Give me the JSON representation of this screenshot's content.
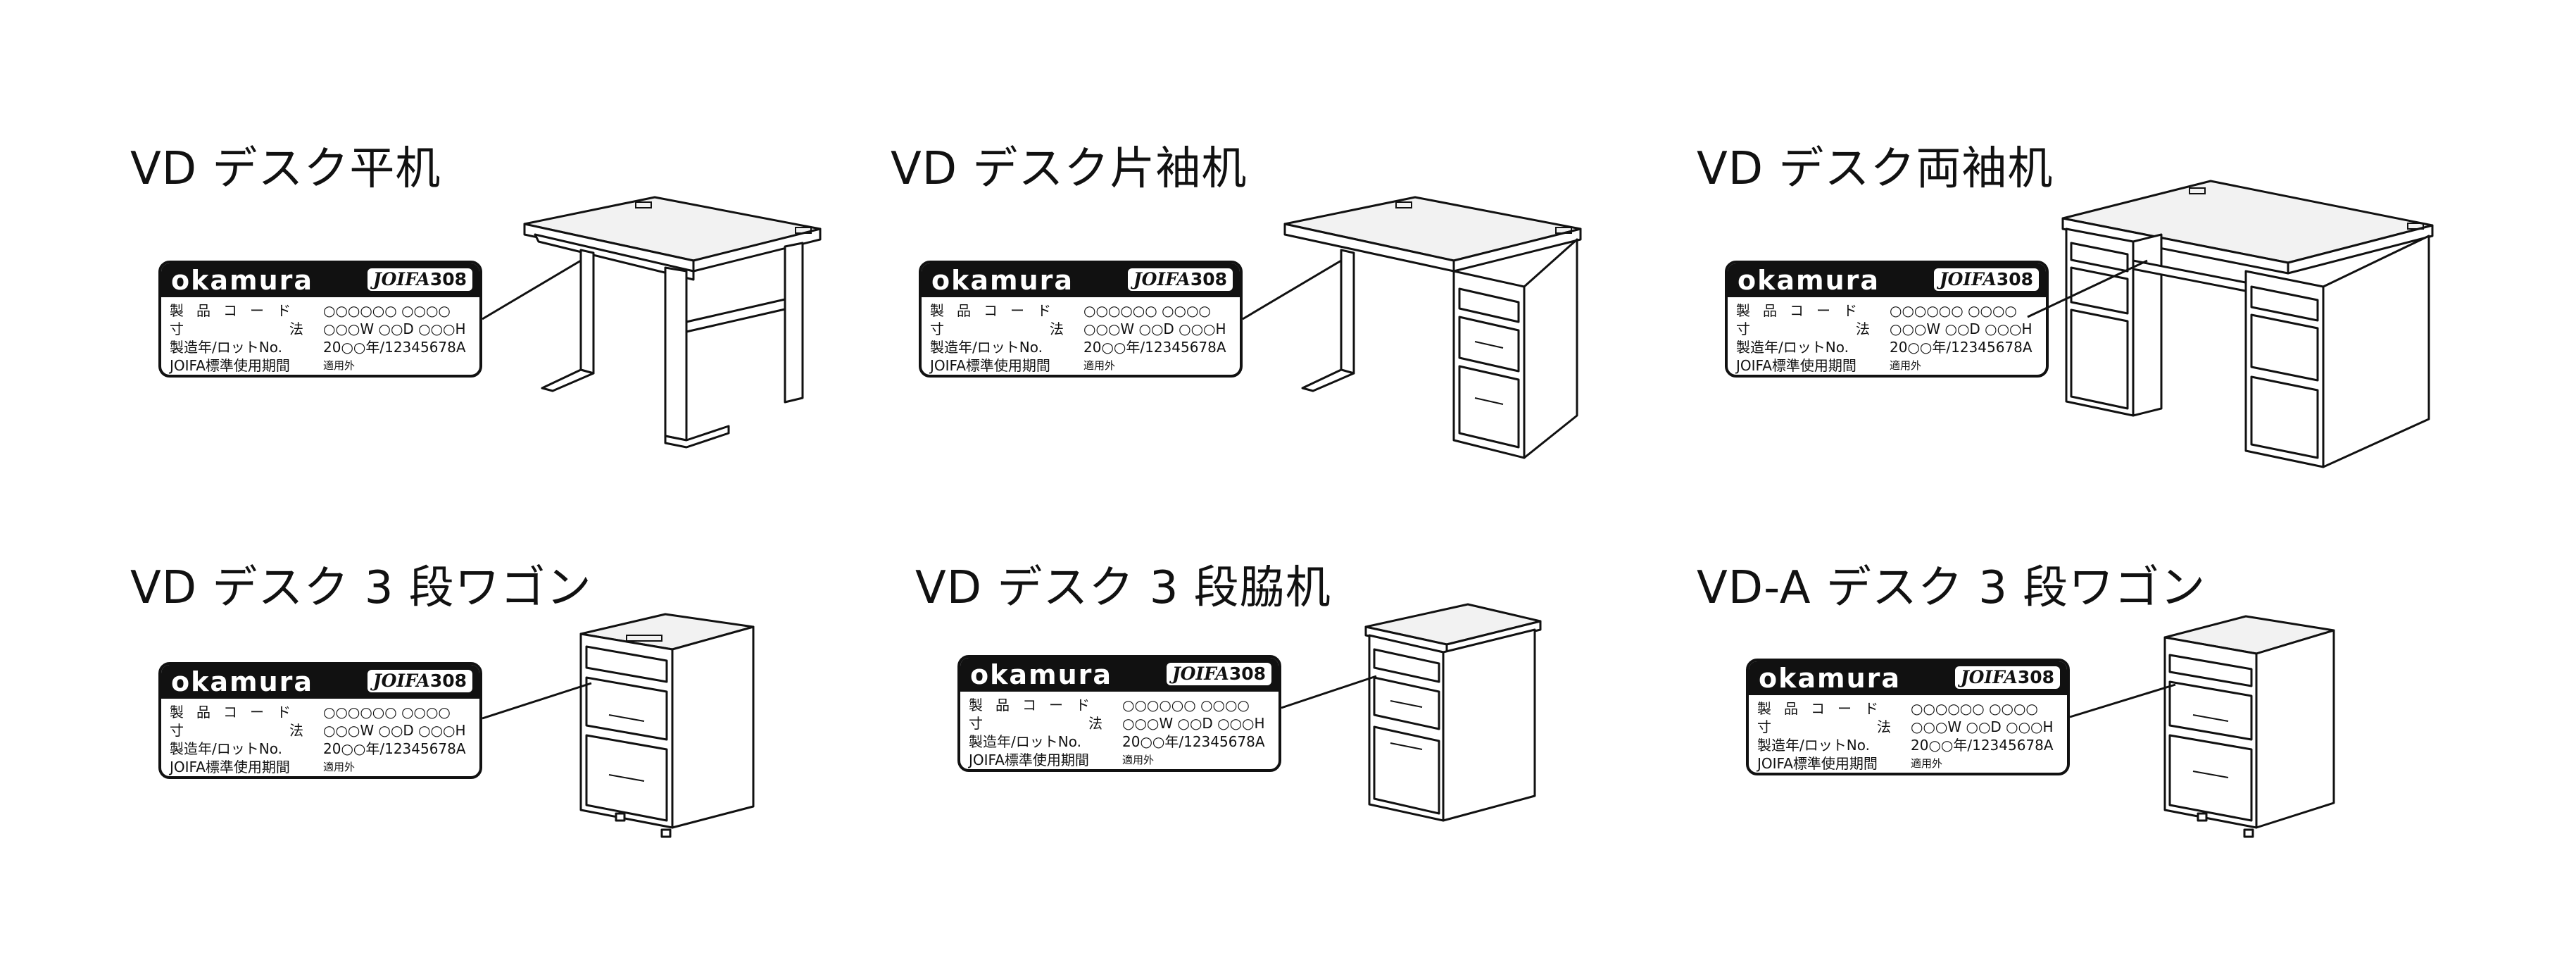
{
  "panels": [
    {
      "title": "VD デスク平机"
    },
    {
      "title": "VD デスク片袖机"
    },
    {
      "title": "VD デスク両袖机"
    },
    {
      "title": "VD デスク 3 段ワゴン"
    },
    {
      "title": "VD デスク 3 段脇机"
    },
    {
      "title": "VD-A デスク 3 段ワゴン"
    }
  ],
  "label": {
    "brand": "okamura",
    "joifa_name": "JOIFA",
    "joifa_num": "308",
    "rows": [
      {
        "key": "製品コード",
        "value": "○○○○○○ ○○○○"
      },
      {
        "key": "寸法",
        "value": "○○○W ○○D ○○○H"
      },
      {
        "key": "製造年/ロットNo.",
        "value": "20○○年/12345678A"
      },
      {
        "key": "JOIFA標準使用期間",
        "value": "適用外"
      }
    ]
  }
}
